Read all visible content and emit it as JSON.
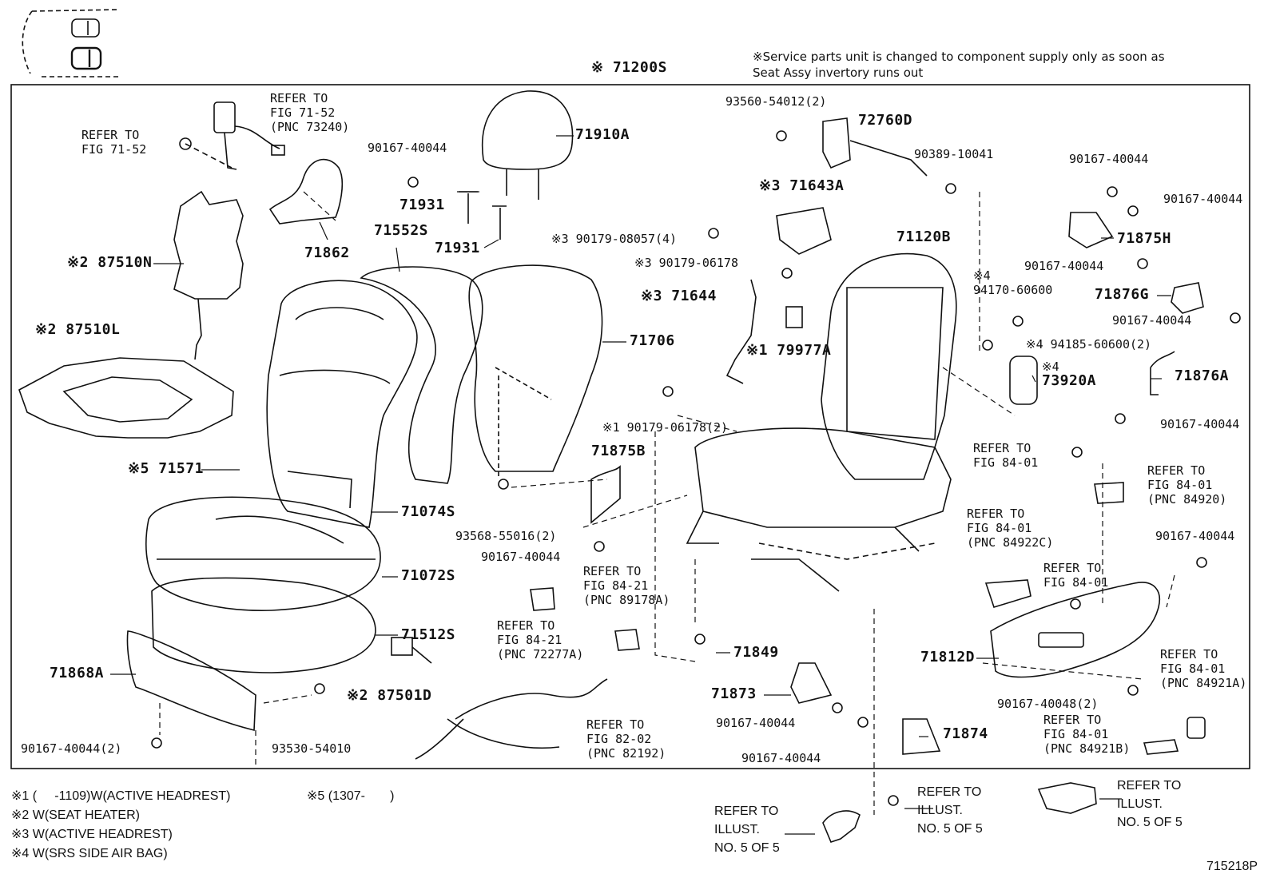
{
  "service_note": {
    "line1": "※Service parts unit is changed to component supply only as soon as",
    "line2": "Seat Assy invertory runs out"
  },
  "assembly_label": "※ 71200S",
  "part_labels": {
    "p71910A": "71910A",
    "p71931a": "71931",
    "p71931b": "71931",
    "p71552S": "71552S",
    "p71862": "71862",
    "p87510N": "※2 87510N",
    "p87510L": "※2 87510L",
    "p71571": "※5 71571",
    "p71706": "71706",
    "p71074S": "71074S",
    "p71072S": "71072S",
    "p71512S": "71512S",
    "p71868A": "71868A",
    "p87501D": "※2 87501D",
    "p72760D": "72760D",
    "p71643A": "※3 71643A",
    "p71644": "※3 71644",
    "p179977A": "※1 79977A",
    "p71120B": "71120B",
    "p73920A": "73920A",
    "p73920A_note": "※4",
    "p71875H": "71875H",
    "p71876G": "71876G",
    "p71876A": "71876A",
    "p71875B": "71875B",
    "p71849": "71849",
    "p71873": "71873",
    "p71874": "71874",
    "p71812D": "71812D"
  },
  "fastener_labels": {
    "f9016740044_top": "90167-40044",
    "f9356054012": "93560-54012(2)",
    "f9038910041": "90389-10041",
    "f9017908057": "※3 90179-08057(4)",
    "f9017906178": "※3 90179-06178",
    "f1_9017906178": "※1 90179-06178(2)",
    "f9356855016": "93568-55016(2)",
    "f9016740044_mid": "90167-40044",
    "f9353054010": "93530-54010",
    "f9016740044_2": "90167-40044(2)",
    "f9016740044_r1": "90167-40044",
    "f9016740044_r2": "90167-40044",
    "f9016740044_r3": "90167-40044",
    "f9016740044_r4": "90167-40044",
    "f9016740044_r5": "90167-40044",
    "f9016740044_r6": "90167-40044",
    "f9417060600_note": "※4",
    "f9417060600": "94170-60600",
    "f9418560600": "※4 94185-60600(2)",
    "f9016740048": "90167-40048(2)",
    "f9016740044_b1": "90167-40044",
    "f9016740044_b2": "90167-40044"
  },
  "refer_labels": {
    "r_7152_top": "REFER TO\nFIG 71-52\n(PNC 73240)",
    "r_7152_left": "REFER TO\nFIG 71-52",
    "r_8421_a": "REFER TO\nFIG 84-21\n(PNC 89178A)",
    "r_8421_b": "REFER TO\nFIG 84-21\n(PNC 72277A)",
    "r_8202": "REFER TO\nFIG 82-02\n(PNC 82192)",
    "r_8401_a": "REFER TO\nFIG 84-01",
    "r_8401_b": "REFER TO\nFIG 84-01\n(PNC 84920)",
    "r_8401_c": "REFER TO\nFIG 84-01\n(PNC 84922C)",
    "r_8401_d": "REFER TO\nFIG 84-01",
    "r_8401_e": "REFER TO\nFIG 84-01\n(PNC 84921A)",
    "r_8401_f": "REFER TO\nFIG 84-01\n(PNC 84921B)"
  },
  "footnotes": {
    "n1": "※1 (     -1109)W(ACTIVE HEADREST)",
    "n5": "※5 (1307-       )",
    "n2": "※2 W(SEAT HEATER)",
    "n3": "※3 W(ACTIVE HEADREST)",
    "n4": "※4 W(SRS SIDE AIR BAG)"
  },
  "illust_refs": {
    "a": "REFER TO\nILLUST.\nNO. 5 OF 5",
    "b": "REFER TO\nILLUST.\nNO. 5 OF 5",
    "c": "REFER TO\nILLUST.\nNO. 5 OF 5"
  },
  "figure_code": "715218P"
}
